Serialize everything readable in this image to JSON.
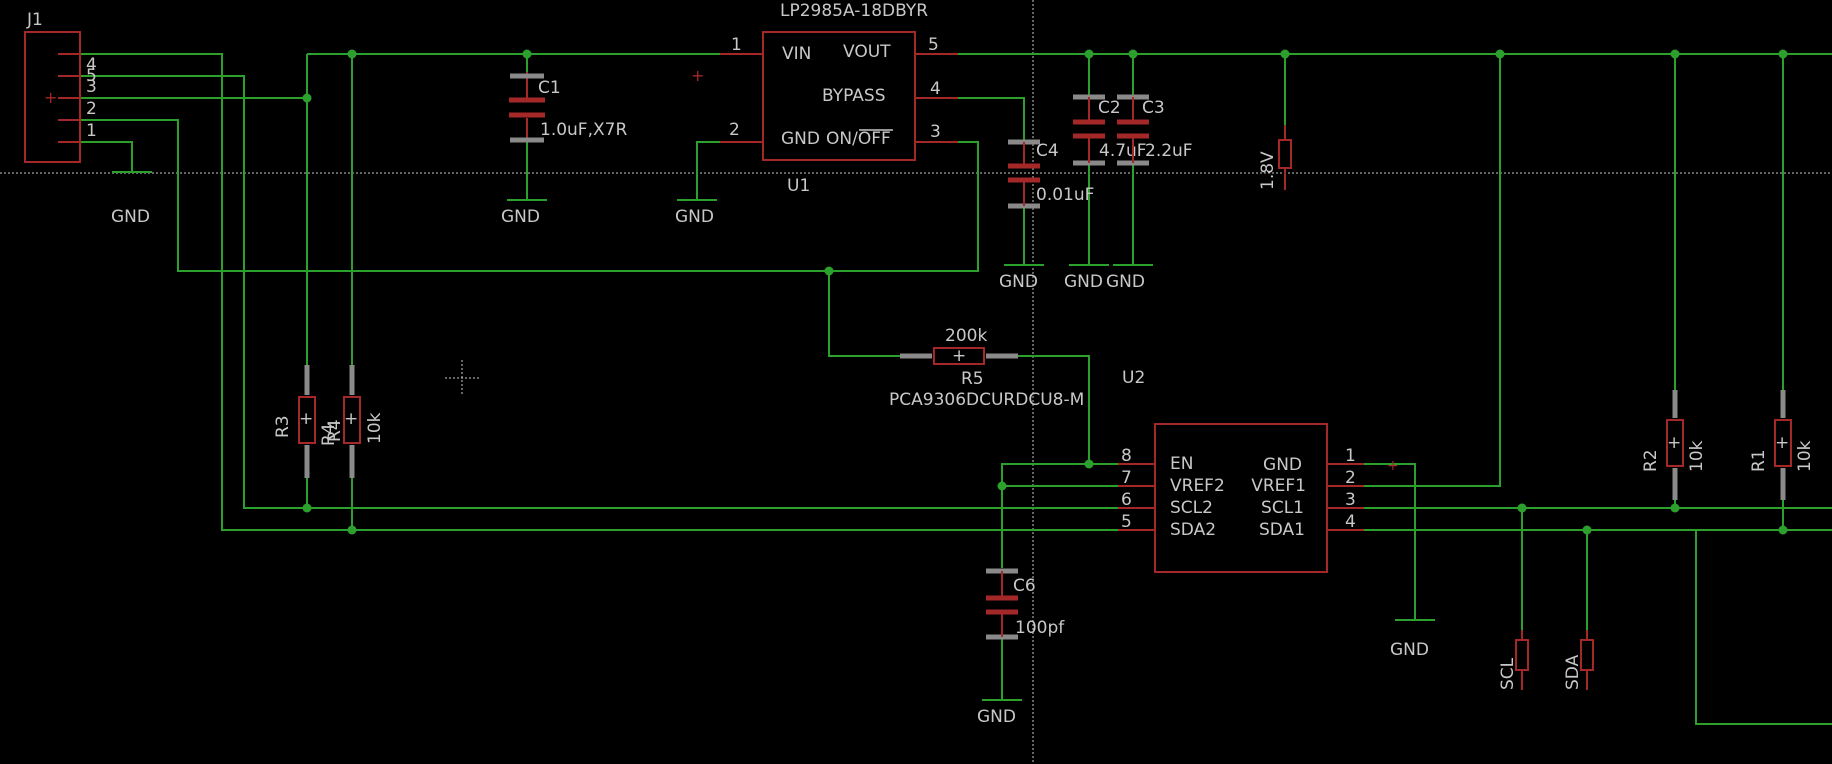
{
  "j1": {
    "ref": "J1",
    "pins": [
      "5",
      "4",
      "3",
      "2",
      "1"
    ]
  },
  "u1": {
    "ref": "U1",
    "value": "LP2985A-18DBYR",
    "pins": {
      "vin": "VIN",
      "vout": "VOUT",
      "bypass": "BYPASS",
      "gnd": "GND",
      "onoff": "ON/OFF"
    },
    "pin_numbers": {
      "vin": "1",
      "gnd": "2",
      "vout": "5",
      "bypass": "4",
      "onoff": "3"
    }
  },
  "c1": {
    "ref": "C1",
    "value": "1.0uF,X7R"
  },
  "c2": {
    "ref": "C2",
    "value": "4.7uF"
  },
  "c3": {
    "ref": "C3",
    "value": "2.2uF"
  },
  "c4": {
    "ref": "C4",
    "value": "0.01uF"
  },
  "c6": {
    "ref": "C6",
    "value": "100pf"
  },
  "r1": {
    "ref": "R1",
    "value": "10k"
  },
  "r2": {
    "ref": "R2",
    "value": "10k"
  },
  "r3": {
    "ref": "R3",
    "value": "R4"
  },
  "r4": {
    "ref": "R4",
    "value": "10k"
  },
  "r5": {
    "ref": "R5",
    "value": "200k"
  },
  "u2": {
    "ref": "U2",
    "value": "PCA9306DCURDCU8-M",
    "left_pins": [
      "EN",
      "VREF2",
      "SCL2",
      "SDA2"
    ],
    "left_nums": [
      "8",
      "7",
      "6",
      "5"
    ],
    "right_pins": [
      "GND",
      "VREF1",
      "SCL1",
      "SDA1"
    ],
    "right_nums": [
      "1",
      "2",
      "3",
      "4"
    ]
  },
  "labels": {
    "gnd": "GND",
    "v18": "1.8V",
    "scl": "SCL",
    "sda": "SDA"
  }
}
